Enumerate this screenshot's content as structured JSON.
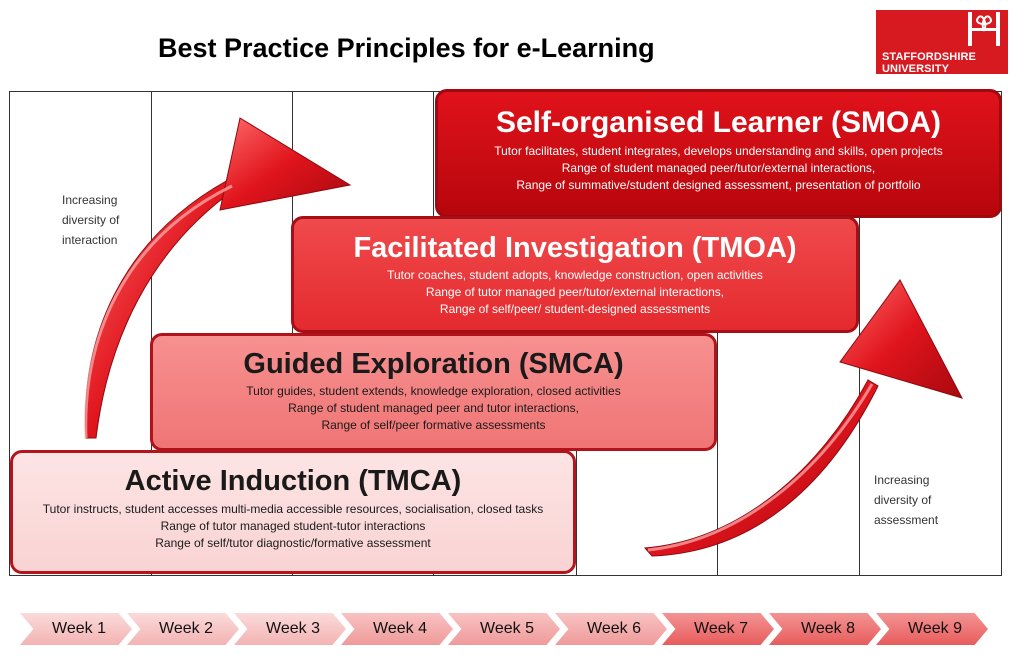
{
  "title": "Best Practice Principles for e-Learning",
  "logo": {
    "line1": "STAFFORDSHIRE",
    "line2": "UNIVERSITY"
  },
  "left_note": [
    "Increasing",
    "diversity of",
    "interaction"
  ],
  "right_note": [
    "Increasing",
    "diversity of",
    "assessment"
  ],
  "stages": {
    "smoa": {
      "title": "Self-organised Learner (SMOA)",
      "lines": [
        "Tutor facilitates, student integrates, develops understanding and skills, open projects",
        "Range of student managed peer/tutor/external interactions,",
        "Range of summative/student designed assessment, presentation of portfolio"
      ]
    },
    "tmoa": {
      "title": "Facilitated Investigation (TMOA)",
      "lines": [
        "Tutor coaches, student adopts, knowledge construction, open activities",
        "Range of tutor managed peer/tutor/external interactions,",
        "Range of self/peer/ student-designed assessments"
      ]
    },
    "smca": {
      "title": "Guided Exploration (SMCA)",
      "lines": [
        "Tutor guides, student extends, knowledge exploration, closed activities",
        "Range of student managed peer and tutor interactions,",
        "Range of self/peer formative assessments"
      ]
    },
    "tmca": {
      "title": "Active Induction (TMCA)",
      "lines": [
        "Tutor instructs, student accesses multi-media accessible resources, socialisation, closed tasks",
        "Range of tutor managed student-tutor interactions",
        "Range of self/tutor diagnostic/formative assessment"
      ]
    }
  },
  "weeks": [
    "Week 1",
    "Week 2",
    "Week 3",
    "Week 4",
    "Week 5",
    "Week 6",
    "Week 7",
    "Week 8",
    "Week 9"
  ],
  "colors": {
    "brand_red": "#d71920",
    "smoa": "#c8090f",
    "tmoa": "#ea3a3d",
    "smca": "#f48383",
    "tmca": "#fbdcdc",
    "week_light": "#f6c4c4",
    "week_dark": "#ee6a6a"
  }
}
